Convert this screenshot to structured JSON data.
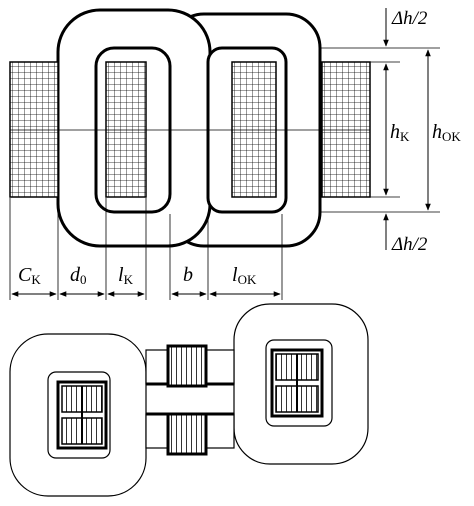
{
  "labels": {
    "dh_top": "Δh/2",
    "dh_bottom": "Δh/2",
    "h": "h",
    "h_sub": "K",
    "hok": "h",
    "hok_sub": "OK",
    "c": "C",
    "c_sub": "K",
    "d": "d",
    "d_sub": "0",
    "l": "l",
    "l_sub": "K",
    "b": "b",
    "lok": "l",
    "lok_sub": "OK"
  }
}
